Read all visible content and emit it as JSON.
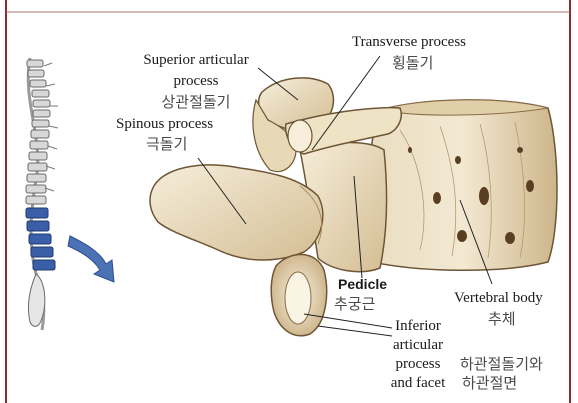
{
  "labels": {
    "superior_articular": {
      "en_line1": "Superior articular",
      "en_line2": "process",
      "ko": "상관절돌기"
    },
    "transverse": {
      "en": "Transverse process",
      "ko": "횡돌기"
    },
    "spinous": {
      "en": "Spinous process",
      "ko": "극돌기"
    },
    "pedicle": {
      "en": "Pedicle",
      "ko": "추궁근"
    },
    "vertebral_body": {
      "en": "Vertebral body",
      "ko": "추체"
    },
    "inferior_articular": {
      "en_lines": [
        "Inferior",
        "articular",
        "process",
        "and facet"
      ],
      "ko_lines": [
        "하관절돌기와",
        "하관절면"
      ]
    }
  },
  "colors": {
    "bone_light": "#f1e7cf",
    "bone_mid": "#d9c49c",
    "bone_dark": "#9c7f58",
    "spine_highlight": "#3a5fa8",
    "arrow": "#4a72b5",
    "border": "#8a2b2b"
  }
}
